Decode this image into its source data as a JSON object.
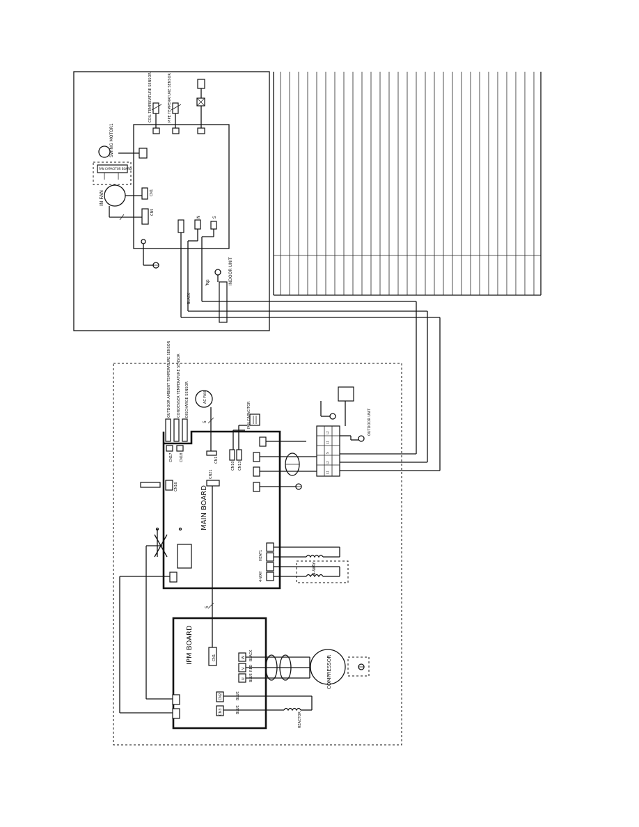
{
  "indoor": {
    "coil_sensor": "COIL TEMPERATURE SENSOR",
    "pipe_sensor": "PIPE TEMPERATURE SENSOR",
    "swing_motor": "SWING MOTOR1",
    "fan_capacitor": "FAN CAPACITOR BOARD",
    "in_fan": "IN FAN",
    "cn_fan_a": "CN1",
    "cn_fan_b": "CN5",
    "term_n": "N",
    "term_s": "S",
    "indoor_unit": "INDOOR UNIT",
    "yg": "Y/G",
    "black": "BLACK"
  },
  "outdoor": {
    "t4": "OUTDOOR AMBIENT TEMPERATURE SENSOR",
    "t3": "CONDENSER TEMPERATURE SENSOR",
    "t5": "DISCHARGE SENSOR",
    "ac_fan": "AC FAN",
    "fan_capacitor": "FAN CAPACITOR",
    "main_board": "MAIN BOARD",
    "ipm_board": "IPM BOARD",
    "compressor": "COMPRESSOR",
    "outdoor_unit": "OUTDOOR UNIT",
    "reactor": "REACTOR",
    "heat": "HEAT1",
    "four_way": "4-WAY",
    "four_way_coil": "4-WAY",
    "five_a": "5",
    "five_b": "5",
    "cn_labels": [
      "CN17",
      "CN18",
      "CN1",
      "CN10",
      "CN13",
      "CN21",
      "CN16",
      "CN2",
      "CN3"
    ],
    "ipm_cn": "CN1",
    "phase_u": "U",
    "phase_v": "V",
    "phase_w": "W",
    "color_blue": "BLUE",
    "color_red": "RED",
    "color_black": "BLACK",
    "ipm_blue": "BLUE",
    "ipm_blue2": "BLUE",
    "terminal_1": "L1",
    "terminal_2": "L2",
    "terminal_3": "S",
    "terminal_4": "L1",
    "terminal_5": "L2"
  }
}
